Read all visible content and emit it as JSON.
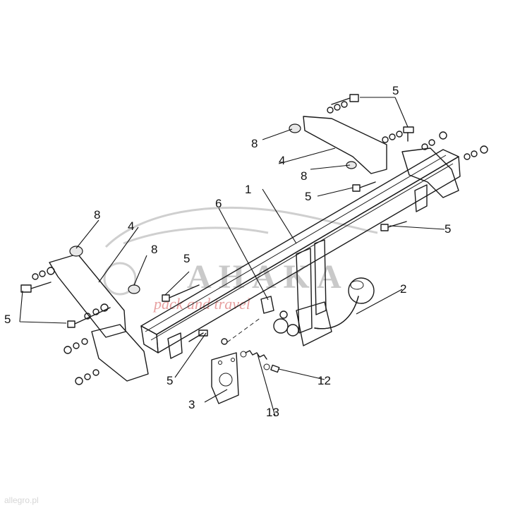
{
  "labels": {
    "p1": "1",
    "p2": "2",
    "p3": "3",
    "p4a": "4",
    "p4b": "4",
    "p5a": "5",
    "p5b": "5",
    "p5c": "5",
    "p5d": "5",
    "p5e": "5",
    "p5f": "5",
    "p6": "6",
    "p8a": "8",
    "p8b": "8",
    "p8c": "8",
    "p8d": "8",
    "p12": "12",
    "p13": "13"
  },
  "watermark": {
    "brand": "AHAKA",
    "tagline": "pack and travel"
  },
  "credit": "allegro.pl"
}
